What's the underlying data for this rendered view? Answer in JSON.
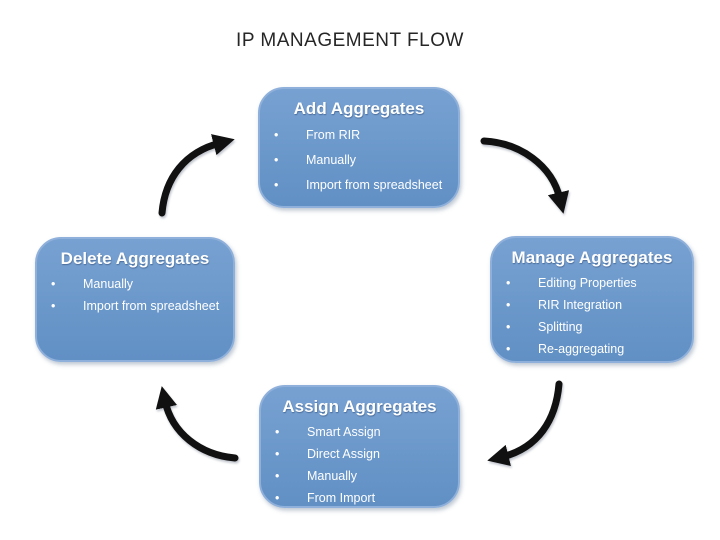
{
  "title": "IP MANAGEMENT FLOW",
  "colors": {
    "title_text": "#262626",
    "box_fill_top": "#77a1d1",
    "box_fill_bottom": "#6190c5",
    "box_border": "#8fb0da",
    "box_text": "#ffffff",
    "arrow": "#111111"
  },
  "boxes": [
    {
      "title": "Add Aggregates",
      "items": [
        "From RIR",
        "Manually",
        "Import from spreadsheet"
      ]
    },
    {
      "title": "Manage Aggregates",
      "items": [
        "Editing Properties",
        "RIR Integration",
        "Splitting",
        "Re-aggregating"
      ]
    },
    {
      "title": "Assign Aggregates",
      "items": [
        "Smart Assign",
        "Direct Assign",
        "Manually",
        "From Import"
      ]
    },
    {
      "title": "Delete Aggregates",
      "items": [
        "Manually",
        "Import from spreadsheet"
      ]
    }
  ],
  "arrows": [
    {
      "name": "arrow-delete-to-add"
    },
    {
      "name": "arrow-add-to-manage"
    },
    {
      "name": "arrow-manage-to-assign"
    },
    {
      "name": "arrow-assign-to-delete"
    }
  ]
}
